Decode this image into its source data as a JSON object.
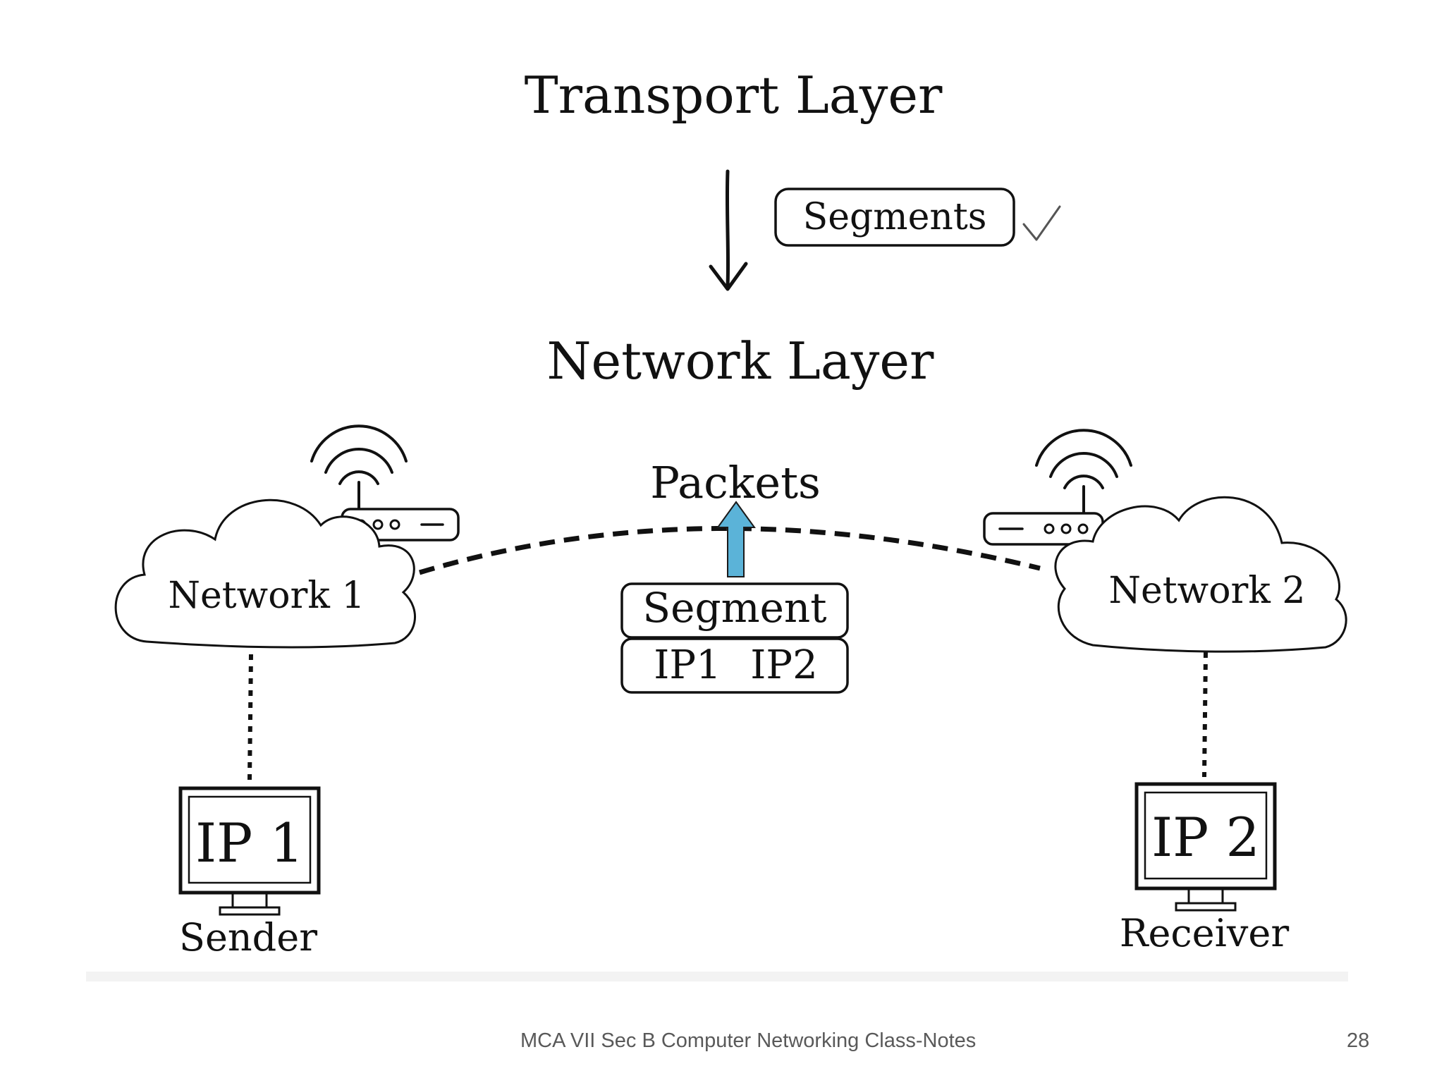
{
  "slide": {
    "footer": "MCA VII Sec B Computer Networking Class-Notes",
    "page_number": "28"
  },
  "diagram": {
    "transport_layer_label": "Transport Layer",
    "segments_label": "Segments",
    "network_layer_label": "Network Layer",
    "packets_label": "Packets",
    "packet": {
      "segment_label": "Segment",
      "source_ip": "IP1",
      "dest_ip": "IP2"
    },
    "network_1_label": "Network 1",
    "network_2_label": "Network 2",
    "sender": {
      "screen_label": "IP 1",
      "caption": "Sender"
    },
    "receiver": {
      "screen_label": "IP 2",
      "caption": "Receiver"
    },
    "colors": {
      "ink": "#111111",
      "upload_arrow": "#5bb3d8",
      "footer_text": "#595959"
    },
    "icons": [
      "down-arrow-icon",
      "checkmark-icon",
      "wifi-icon",
      "router-icon",
      "cloud-icon",
      "monitor-icon",
      "up-arrow-icon"
    ]
  }
}
